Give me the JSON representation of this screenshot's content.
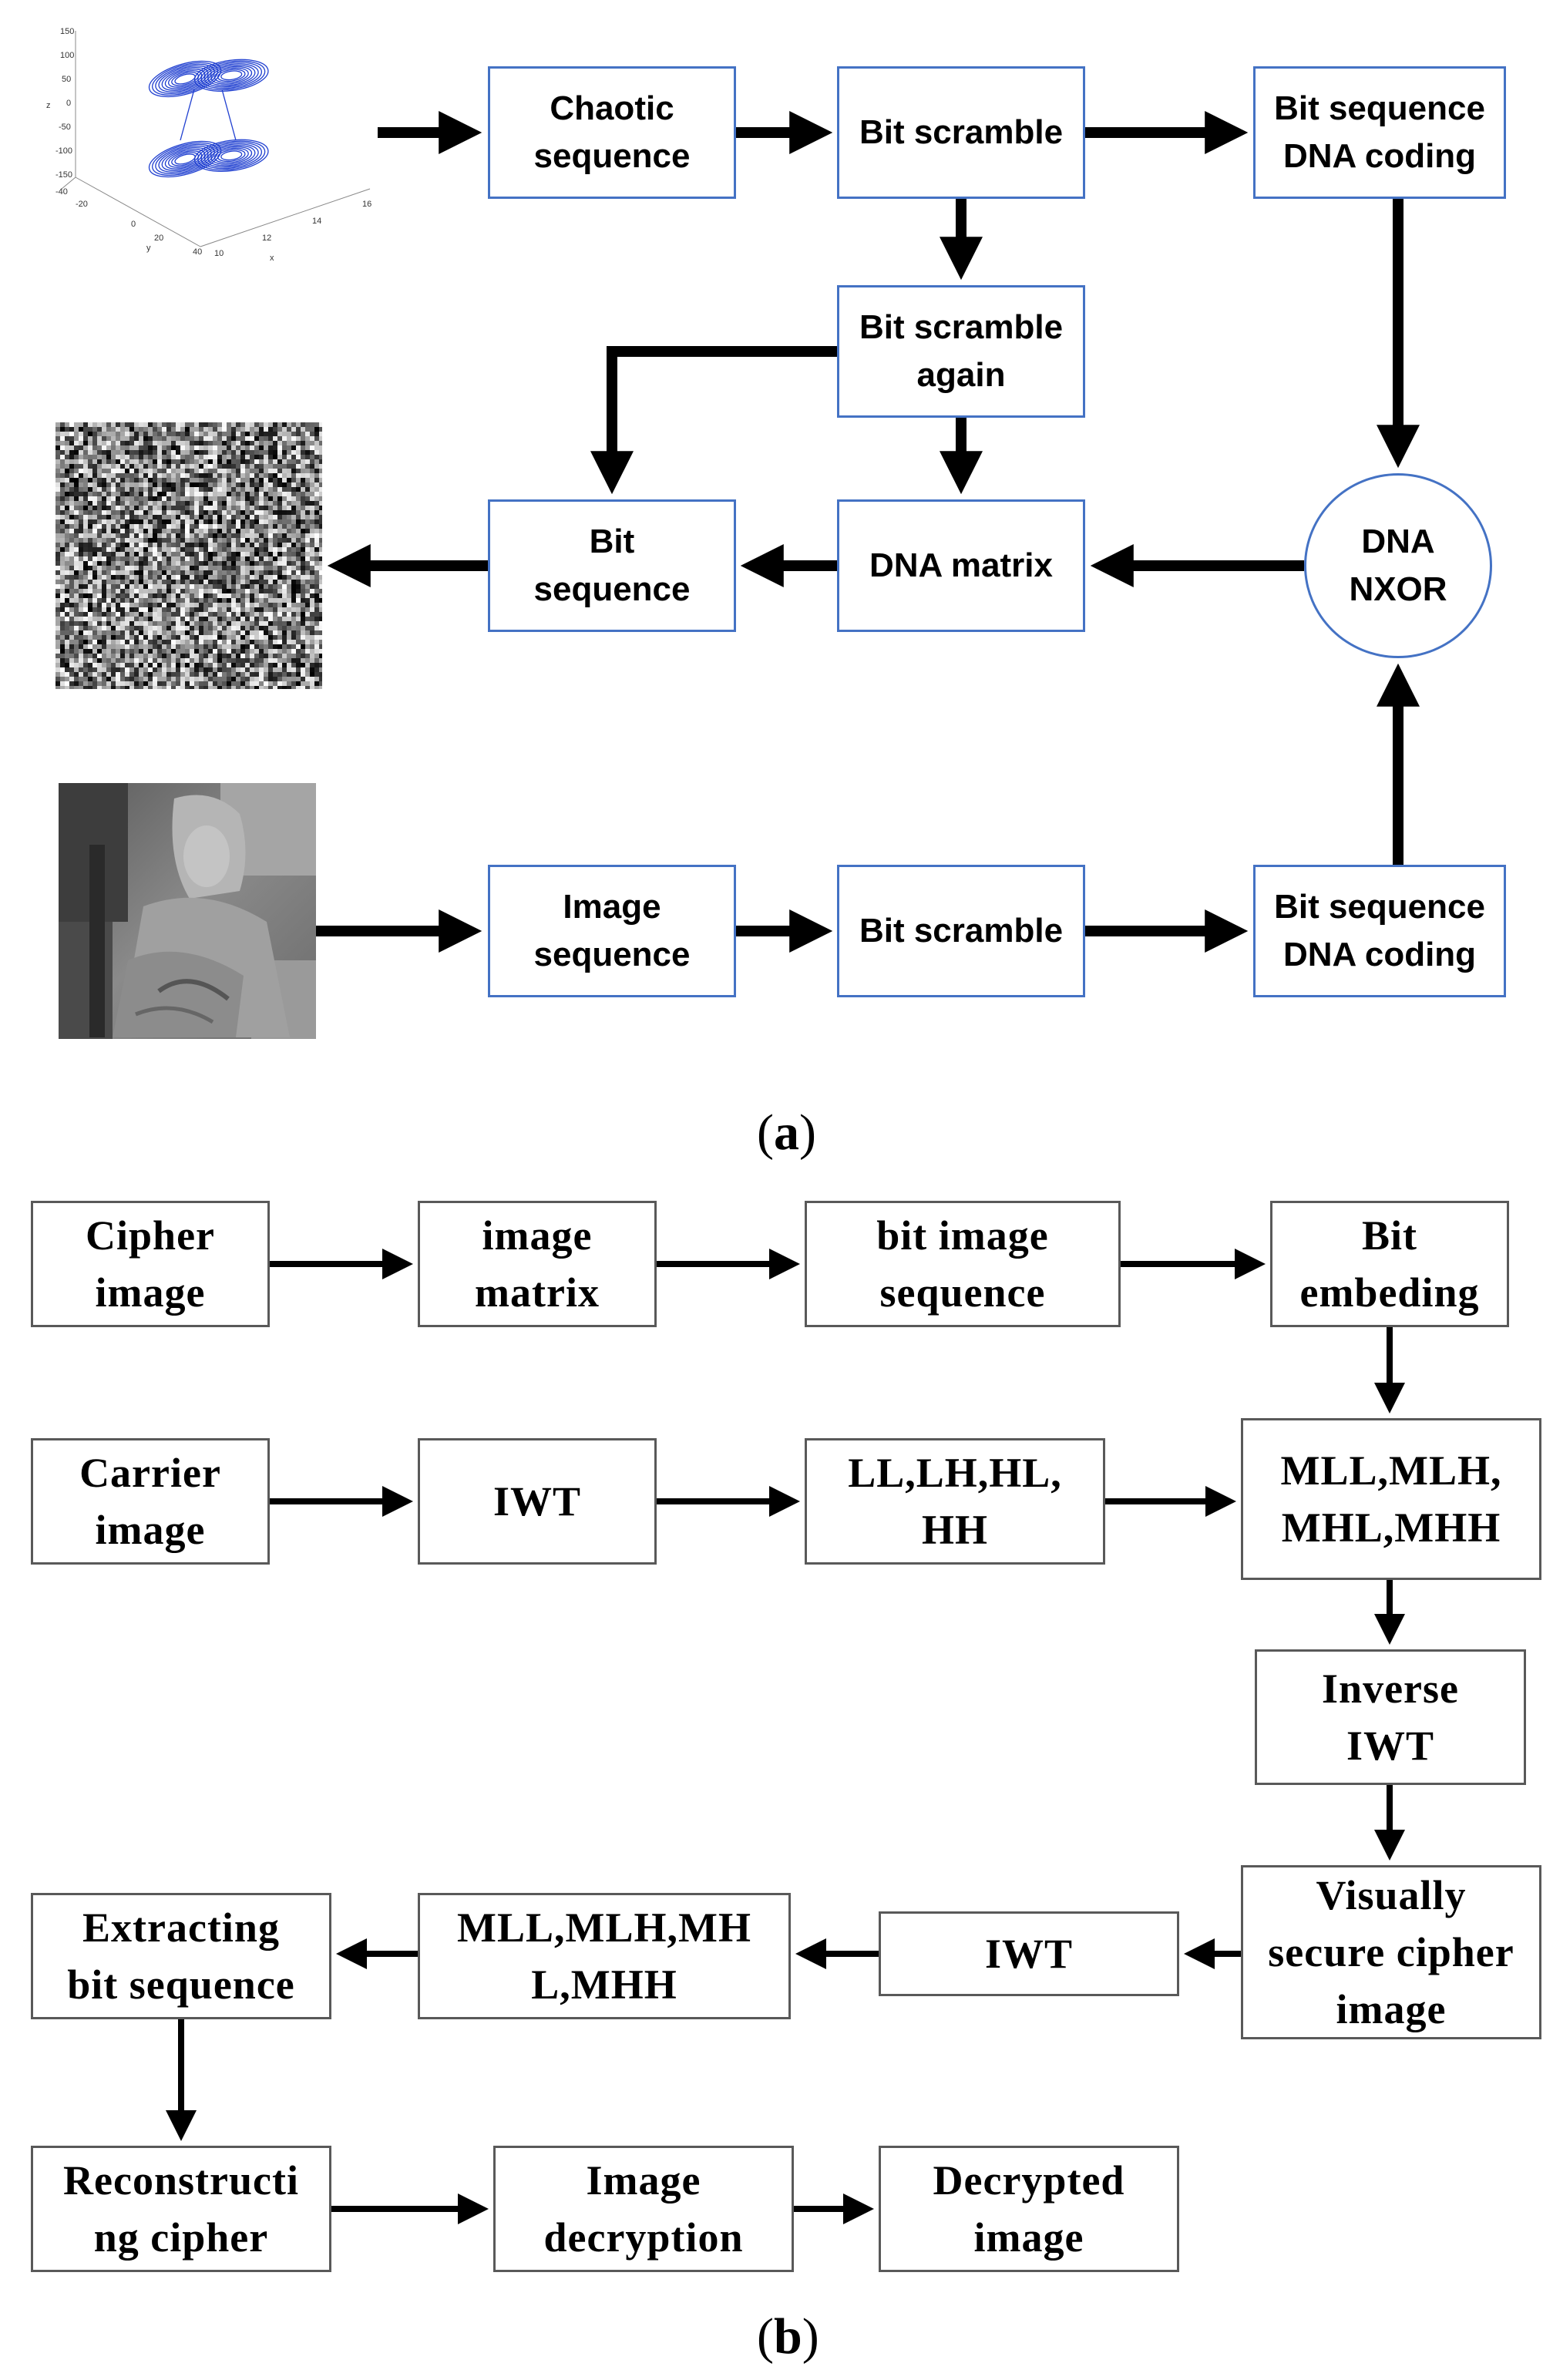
{
  "panel_a": {
    "label_open": "(",
    "label_letter": "a",
    "label_close": ")",
    "boxes": {
      "chaotic_sequence": "Chaotic\nsequence",
      "bit_scramble_top": "Bit scramble",
      "bit_sequence_dna_coding_top": "Bit sequence\nDNA coding",
      "bit_scramble_again": "Bit scramble\nagain",
      "bit_sequence": "Bit\nsequence",
      "dna_matrix": "DNA matrix",
      "dna_nxor": "DNA\nNXOR",
      "image_sequence": "Image\nsequence",
      "bit_scramble_bottom": "Bit scramble",
      "bit_sequence_dna_coding_bottom": "Bit sequence\nDNA coding"
    },
    "attractor_plot": {
      "z_ticks": [
        "150",
        "100",
        "50",
        "0",
        "-50",
        "-100",
        "-150"
      ],
      "y_ticks": [
        "-40",
        "-20",
        "0",
        "20",
        "40"
      ],
      "x_ticks": [
        "10",
        "12",
        "14",
        "16"
      ],
      "z_label": "z",
      "y_label": "y",
      "x_label": "x",
      "line_color": "#1F3FD0"
    }
  },
  "panel_b": {
    "label_open": "(",
    "label_letter": "b",
    "label_close": ")",
    "boxes": {
      "cipher_image": "Cipher\nimage",
      "image_matrix": "image\nmatrix",
      "bit_image_sequence": "bit image\nsequence",
      "bit_embeding": "Bit\nembeding",
      "carrier_image": "Carrier\nimage",
      "iwt_top": "IWT",
      "ll_lh_hl_hh": "LL,LH,HL,\nHH",
      "mll_mlh_mhl_mhh_right": "MLL,MLH,\nMHL,MHH",
      "inverse_iwt": "Inverse\nIWT",
      "visually_secure_cipher_image": "Visually\nsecure cipher\nimage",
      "iwt_bottom": "IWT",
      "mll_mlh_mh_l_mhh": "MLL,MLH,MH\nL,MHH",
      "extracting_bit_sequence": "Extracting\nbit sequence",
      "reconstructing_cipher": "Reconstructi\nng cipher",
      "image_decryption": "Image\ndecryption",
      "decrypted_image": "Decrypted\nimage"
    }
  },
  "colors": {
    "box_border_a": "#4472C4",
    "box_border_b": "#595959",
    "arrow": "#000000"
  }
}
